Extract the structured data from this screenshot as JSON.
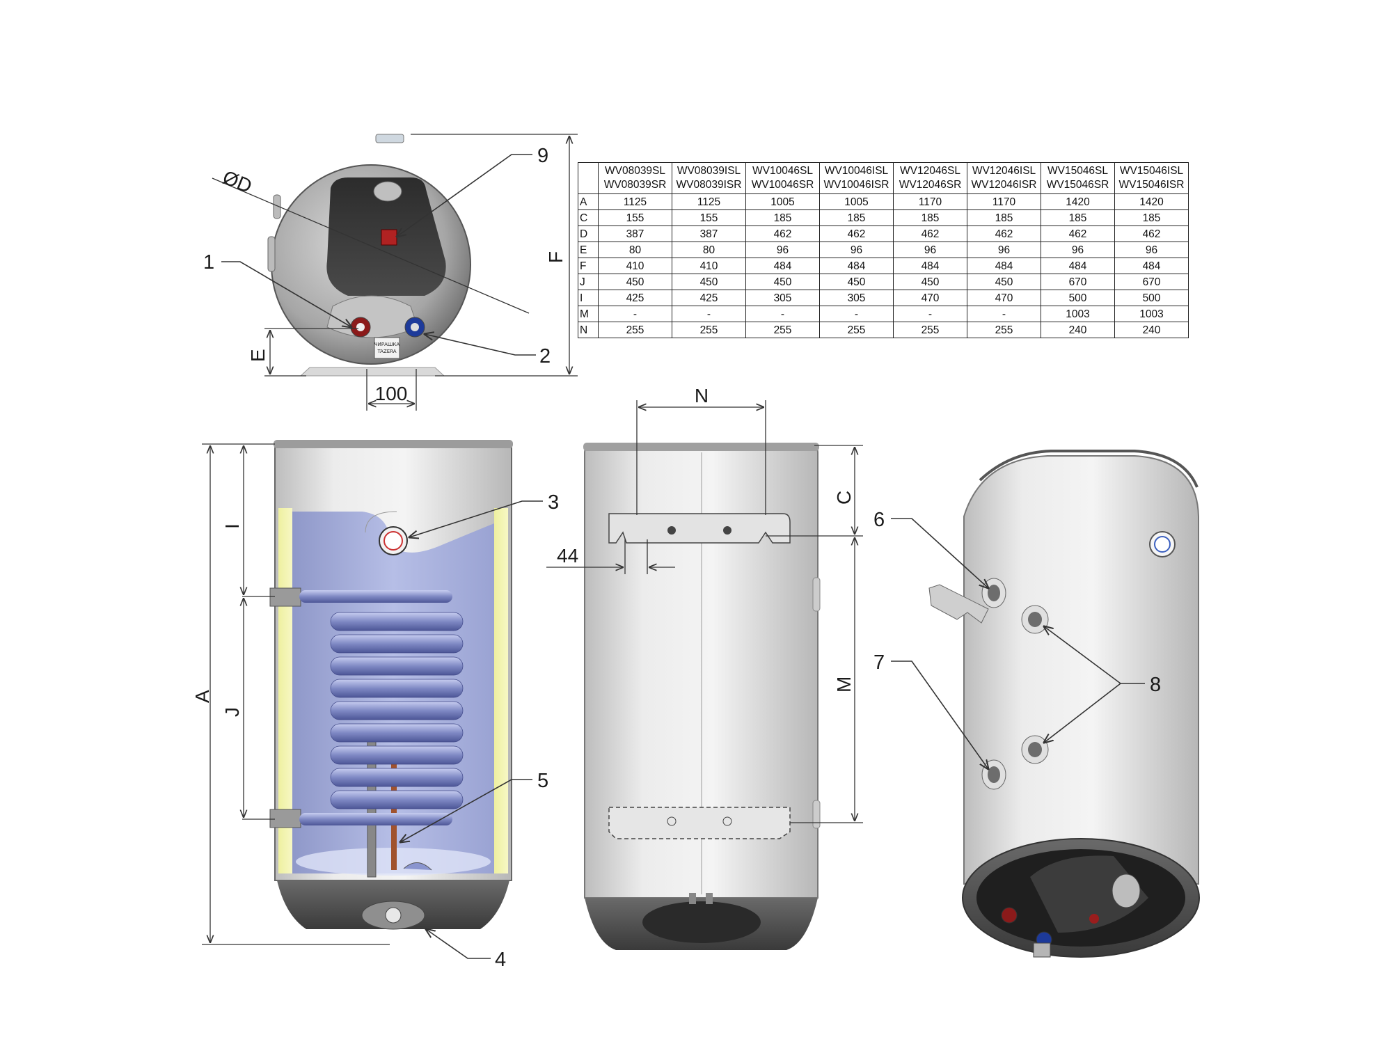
{
  "callouts": {
    "c1": "1",
    "c2": "2",
    "c3": "3",
    "c4": "4",
    "c5": "5",
    "c6": "6",
    "c7": "7",
    "c8": "8",
    "c9": "9"
  },
  "dimensions": {
    "diameter": "ØD",
    "E": "E",
    "F": "F",
    "w100": "100",
    "N": "N",
    "w44": "44",
    "A": "A",
    "I": "I",
    "J": "J",
    "C": "C",
    "M": "M"
  },
  "badge_text": [
    "ЧИРАШКА",
    "TAZERA"
  ],
  "table": {
    "models": [
      [
        "WV08039SL",
        "WV08039SR"
      ],
      [
        "WV08039ISL",
        "WV08039ISR"
      ],
      [
        "WV10046SL",
        "WV10046SR"
      ],
      [
        "WV10046ISL",
        "WV10046ISR"
      ],
      [
        "WV12046SL",
        "WV12046SR"
      ],
      [
        "WV12046ISL",
        "WV12046ISR"
      ],
      [
        "WV15046SL",
        "WV15046SR"
      ],
      [
        "WV15046ISL",
        "WV15046ISR"
      ]
    ],
    "rows": [
      {
        "key": "A",
        "values": [
          "1125",
          "1125",
          "1005",
          "1005",
          "1170",
          "1170",
          "1420",
          "1420"
        ]
      },
      {
        "key": "C",
        "values": [
          "155",
          "155",
          "185",
          "185",
          "185",
          "185",
          "185",
          "185"
        ]
      },
      {
        "key": "D",
        "values": [
          "387",
          "387",
          "462",
          "462",
          "462",
          "462",
          "462",
          "462"
        ]
      },
      {
        "key": "E",
        "values": [
          "80",
          "80",
          "96",
          "96",
          "96",
          "96",
          "96",
          "96"
        ]
      },
      {
        "key": "F",
        "values": [
          "410",
          "410",
          "484",
          "484",
          "484",
          "484",
          "484",
          "484"
        ]
      },
      {
        "key": "J",
        "values": [
          "450",
          "450",
          "450",
          "450",
          "450",
          "450",
          "670",
          "670"
        ]
      },
      {
        "key": "I",
        "values": [
          "425",
          "425",
          "305",
          "305",
          "470",
          "470",
          "500",
          "500"
        ]
      },
      {
        "key": "M",
        "values": [
          "-",
          "-",
          "-",
          "-",
          "-",
          "-",
          "1003",
          "1003"
        ]
      },
      {
        "key": "N",
        "values": [
          "255",
          "255",
          "255",
          "255",
          "255",
          "255",
          "240",
          "240"
        ]
      }
    ]
  }
}
